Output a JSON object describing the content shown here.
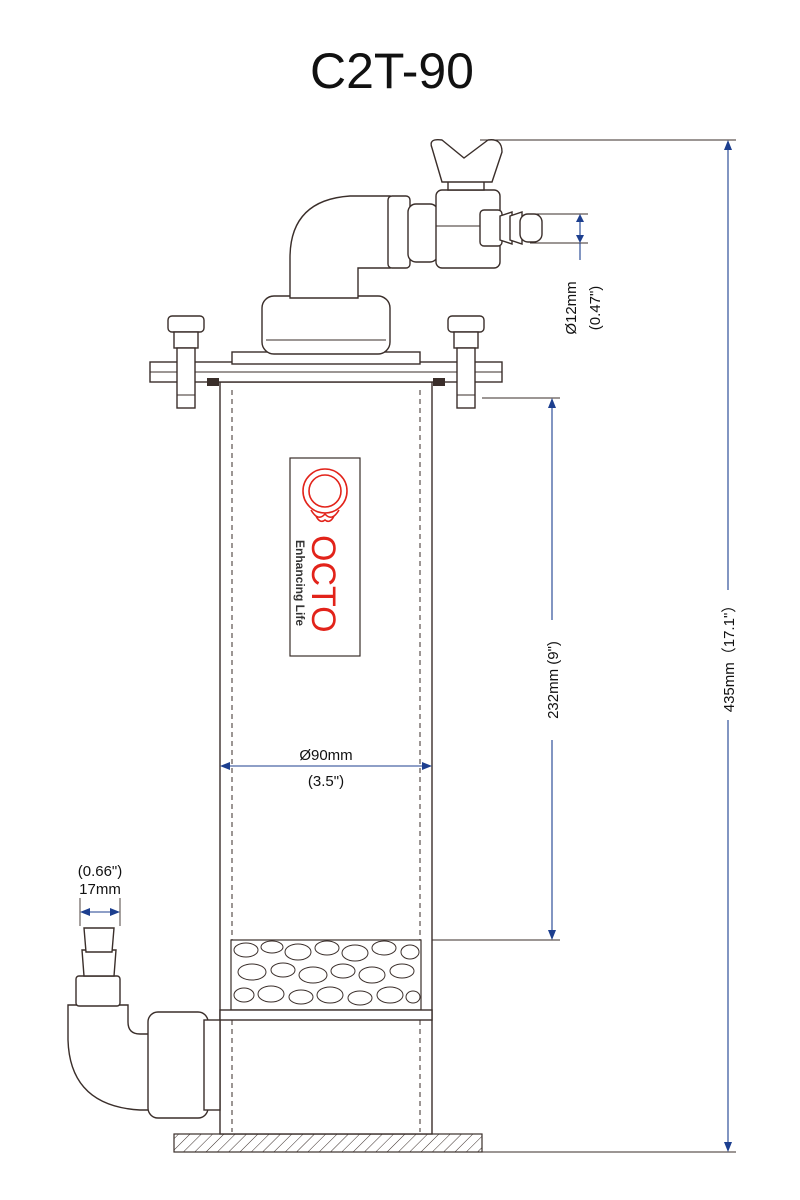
{
  "title": "C2T-90",
  "dimensions": {
    "outlet_diameter": {
      "metric": "Ø12mm",
      "imperial": "(0.47\")"
    },
    "total_height": {
      "label": "435mm（17.1\"）"
    },
    "body_height": {
      "label": "232mm (9\")"
    },
    "body_diameter": {
      "metric": "Ø90mm",
      "imperial": "(3.5\")"
    },
    "inlet_diameter": {
      "imperial": "(0.66\")",
      "metric": "17mm"
    }
  },
  "logo": {
    "brand": "OCTO",
    "tagline": "Enhancing Life",
    "color": "#e2231a"
  },
  "colors": {
    "outline": "#3a2e2a",
    "dimension": "#1d3f8f"
  }
}
